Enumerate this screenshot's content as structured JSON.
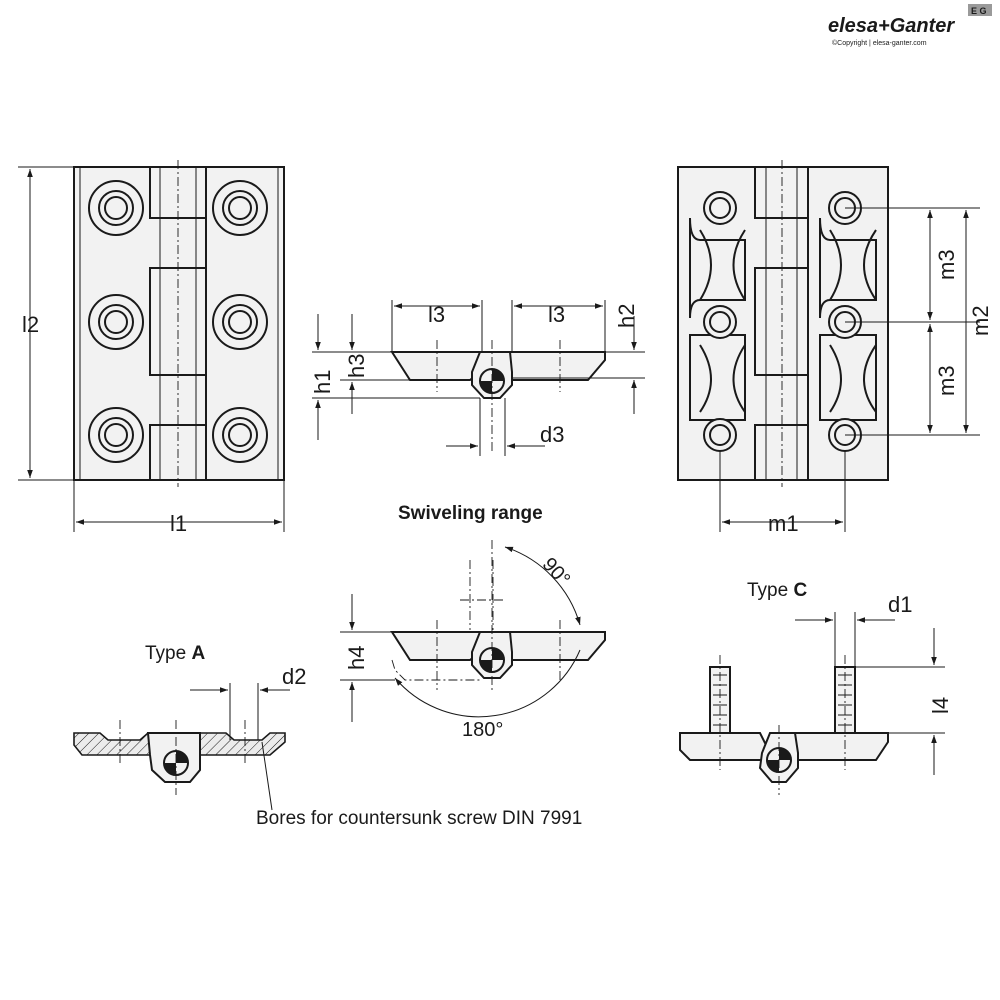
{
  "brand": {
    "logo_text": "elesa+Ganter",
    "badge": "E G",
    "copyright": "©Copyright | elesa-ganter.com"
  },
  "labels": {
    "l1": "l1",
    "l2": "l2",
    "l3": "l3",
    "h1": "h1",
    "h2": "h2",
    "h3": "h3",
    "h4": "h4",
    "d1": "d1",
    "d2": "d2",
    "d3": "d3",
    "m1": "m1",
    "m2": "m2",
    "m3": "m3",
    "l4": "l4"
  },
  "captions": {
    "swiveling_range": "Swiveling range",
    "type_a_prefix": "Type ",
    "type_a_letter": "A",
    "type_c_prefix": "Type ",
    "type_c_letter": "C",
    "bores_note": "Bores for countersunk screw DIN 7991",
    "angle_90": "90°",
    "angle_180": "180°"
  }
}
